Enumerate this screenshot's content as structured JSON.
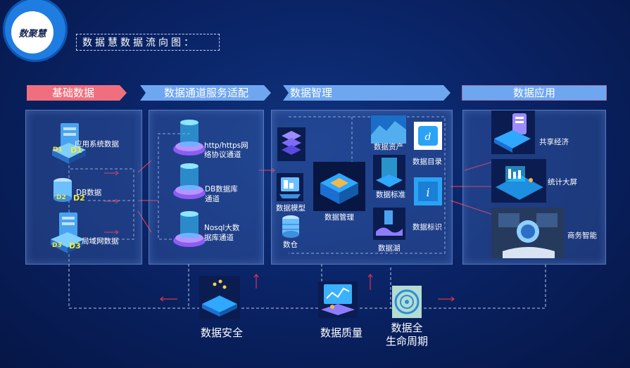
{
  "logo": {
    "text": "数聚慧"
  },
  "page_title": "数据慧数据流向图：",
  "stages": [
    "基础数据",
    "数据通道服务适配",
    "数据智理",
    "数据应用"
  ],
  "sources": {
    "app": "应用系统数据",
    "db": "DB数据",
    "lan": "局域网数据",
    "tags": [
      "D1",
      "D2",
      "D3"
    ],
    "tag_small": [
      "D1",
      "D2",
      "D3"
    ]
  },
  "channels": {
    "http": [
      "http/https网",
      "络协议通道"
    ],
    "db": [
      "DB数据库",
      "通道"
    ],
    "nosql": [
      "Nosql大数",
      "据库通道"
    ]
  },
  "governance": {
    "model": "数据模型",
    "warehouse": "数仓",
    "management": "数据管理",
    "asset": "数据资产",
    "catalog": "数据目录",
    "standard": "数据标准",
    "identifier": "数据标识",
    "lake": "数据湖"
  },
  "applications": {
    "sharing": "共享经济",
    "screen": "统计大屏",
    "bi": "商务智能"
  },
  "bottom": {
    "security": "数据安全",
    "quality": "数据质量",
    "lifecycle": [
      "数据全",
      "生命周期"
    ]
  },
  "colors": {
    "stage1": "#f06f7e",
    "stage_other": "#6fa6f0",
    "arrow": "#e0344a"
  }
}
